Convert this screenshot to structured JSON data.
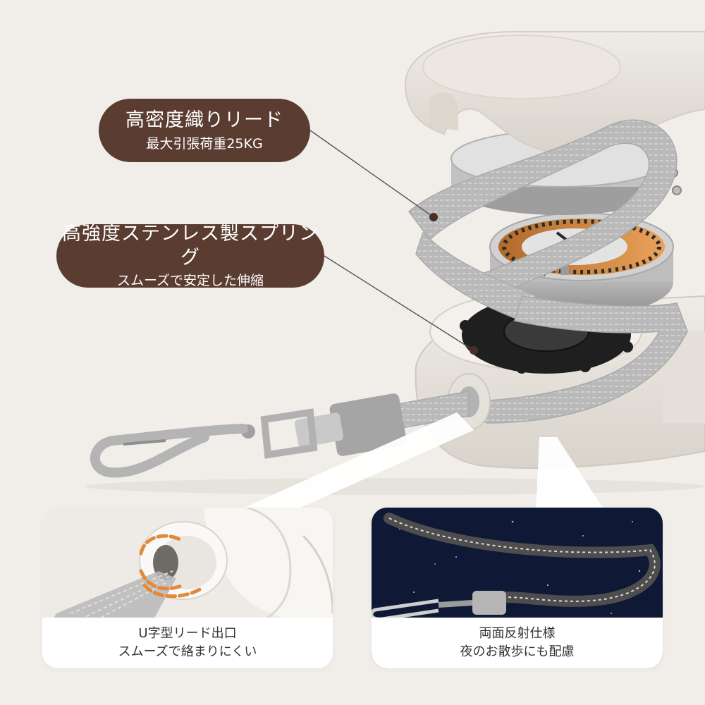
{
  "callouts": {
    "leash": {
      "title": "高密度織りリード",
      "subtitle": "最大引張荷重25KG"
    },
    "spring": {
      "title": "高強度ステンレス製スプリング",
      "subtitle": "スムーズで安定した伸縮"
    }
  },
  "panels": {
    "outlet": {
      "line1": "U字型リード出口",
      "line2": "スムーズで絡まりにくい"
    },
    "reflective": {
      "line1": "両面反射仕様",
      "line2": "夜のお散歩にも配慮"
    }
  },
  "colors": {
    "background": "#f1eeea",
    "callout_bg": "#5a3c31",
    "callout_text": "#ffffff",
    "night_sky": "#0f1935",
    "accent_orange": "#e08a3a"
  }
}
